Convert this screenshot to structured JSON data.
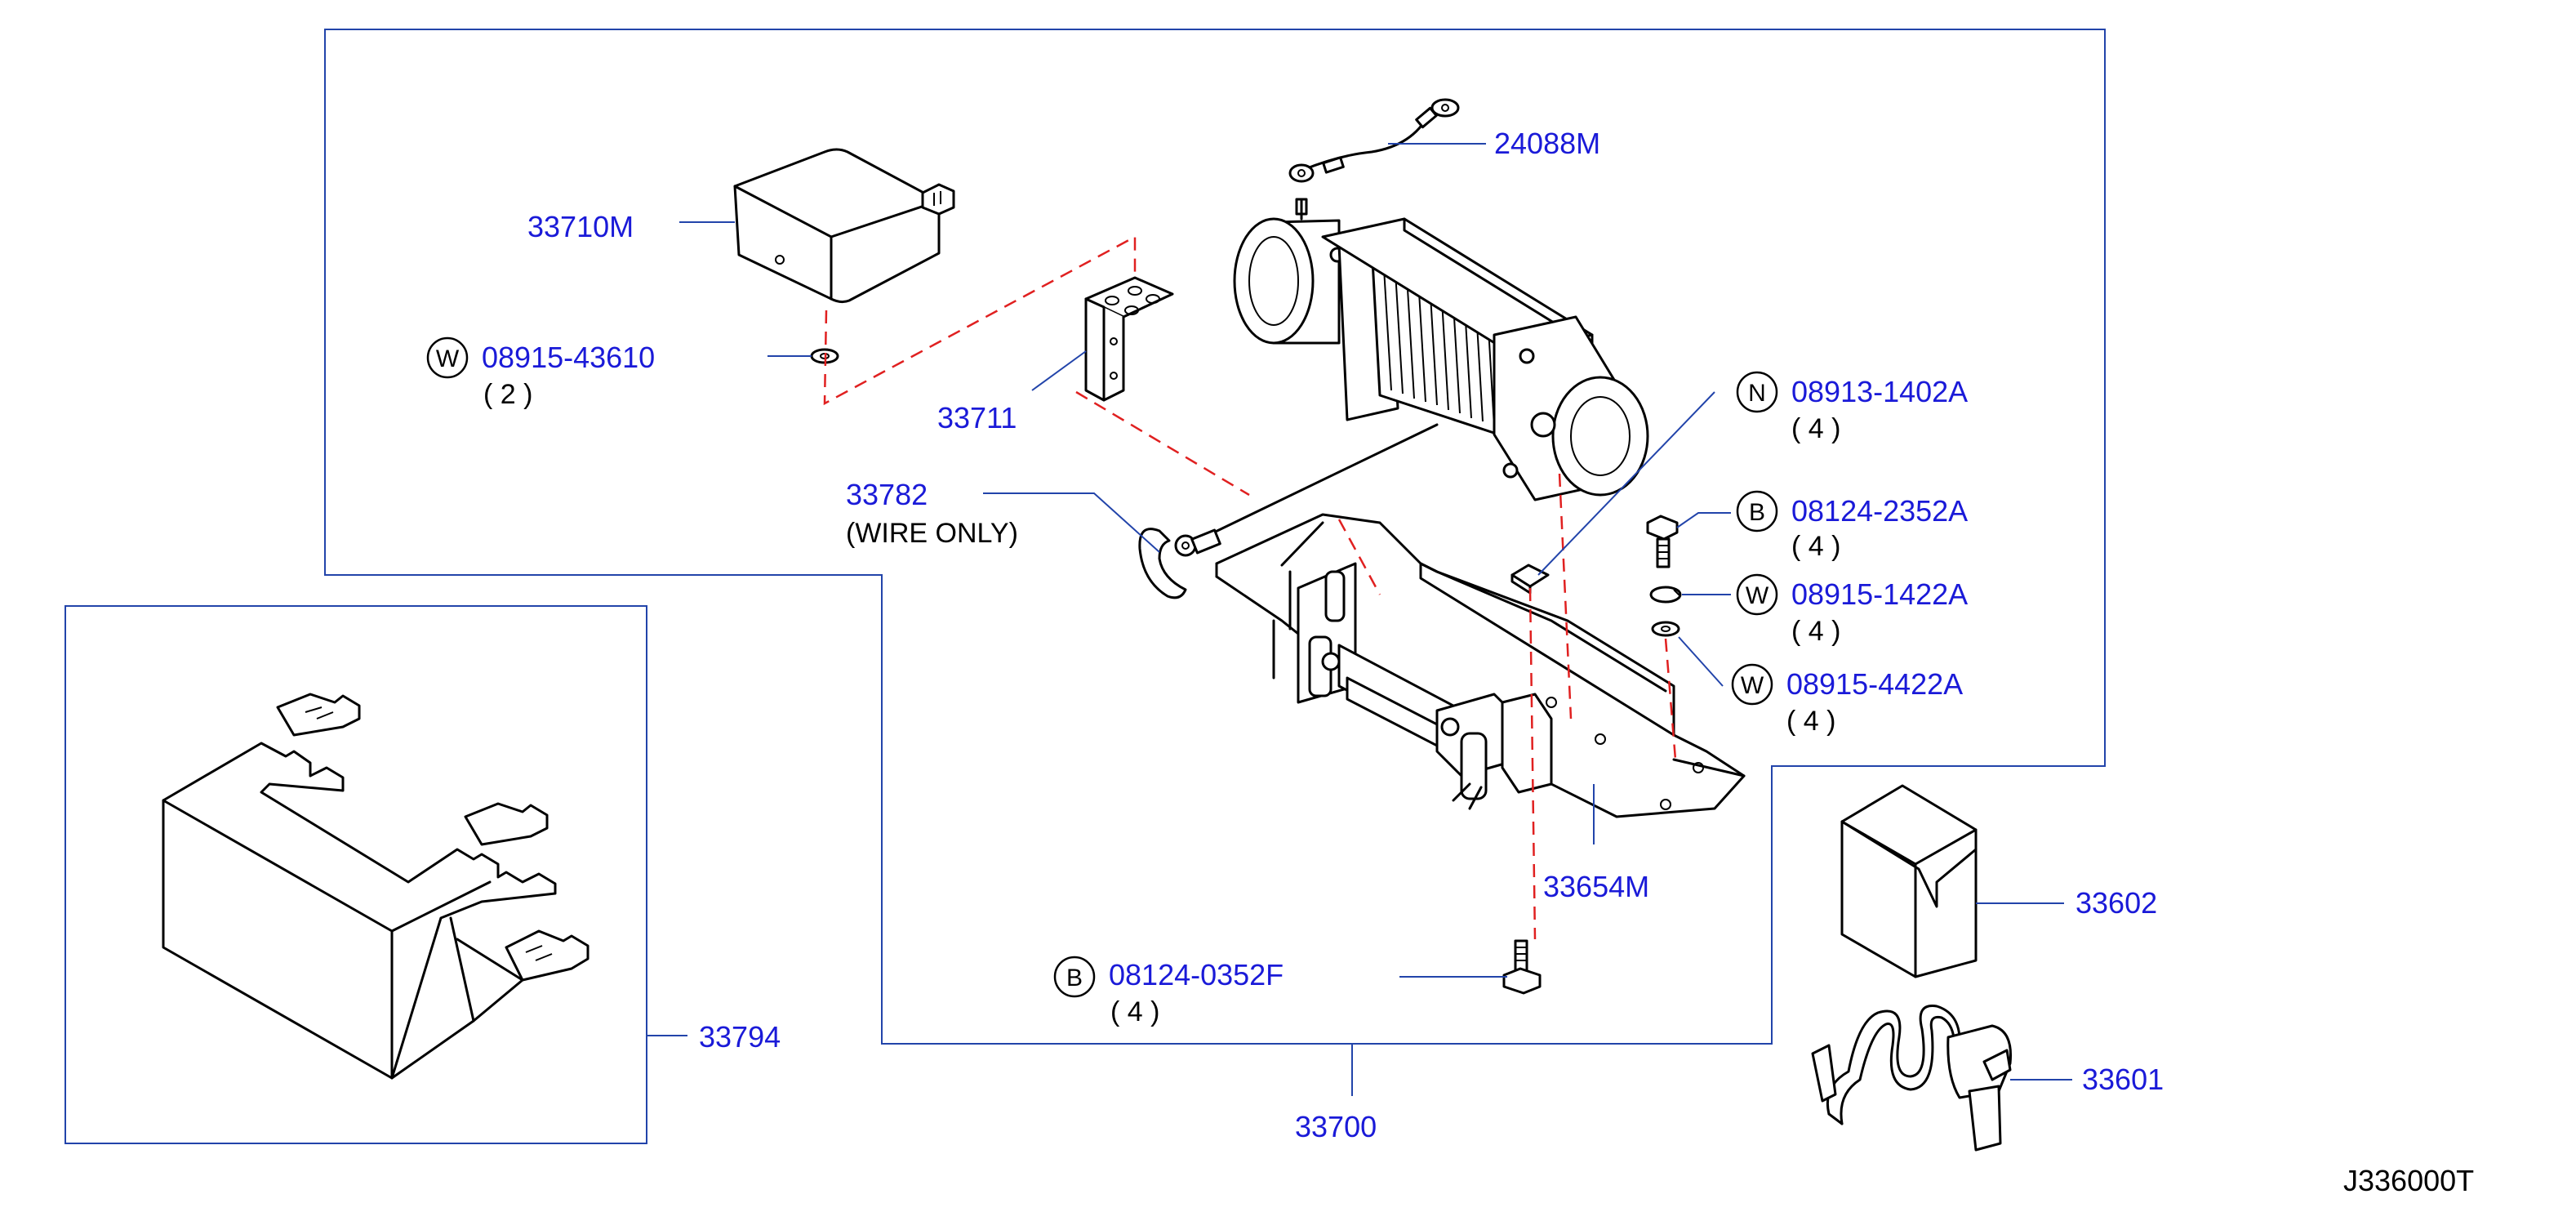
{
  "drawing_code": "J336000T",
  "callouts": {
    "p24088M": {
      "part": "24088M"
    },
    "p33710M": {
      "part": "33710M"
    },
    "p08915_43610": {
      "badge": "W",
      "part": "08915-43610",
      "qty": "( 2 )"
    },
    "p33711": {
      "part": "33711"
    },
    "p33782": {
      "part": "33782",
      "note": "(WIRE   ONLY)"
    },
    "p08913_1402A": {
      "badge": "N",
      "part": "08913-1402A",
      "qty": "( 4 )"
    },
    "p08124_2352A": {
      "badge": "B",
      "part": "08124-2352A",
      "qty": "( 4 )"
    },
    "p08915_1422A": {
      "badge": "W",
      "part": "08915-1422A",
      "qty": "( 4 )"
    },
    "p08915_4422A": {
      "badge": "W",
      "part": "08915-4422A",
      "qty": "( 4 )"
    },
    "p33654M": {
      "part": "33654M"
    },
    "p08124_0352F": {
      "badge": "B",
      "part": "08124-0352F",
      "qty": "( 4 )"
    },
    "p33700": {
      "part": "33700"
    },
    "p33794": {
      "part": "33794"
    },
    "p33602": {
      "part": "33602"
    },
    "p33601": {
      "part": "33601"
    }
  }
}
